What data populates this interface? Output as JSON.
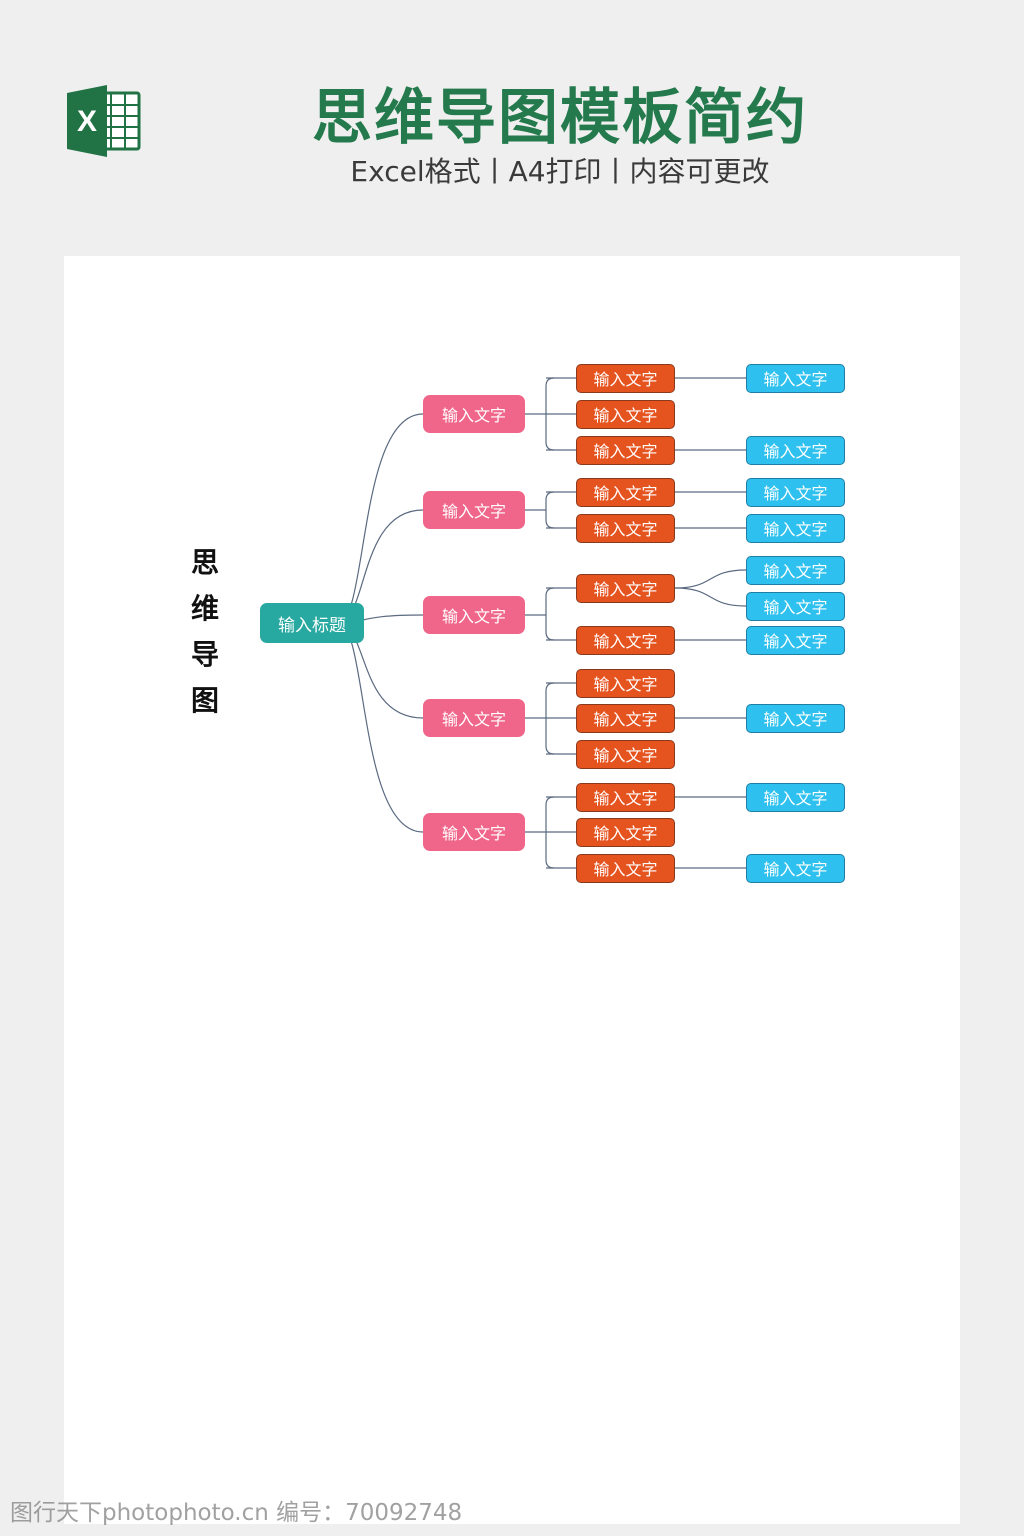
{
  "header": {
    "title": "思维导图模板简约",
    "subtitle": "Excel格式丨A4打印丨内容可更改",
    "logo_letter": "X",
    "brand_color": "#217346"
  },
  "side_title": [
    "思",
    "维",
    "导",
    "图"
  ],
  "mindmap": {
    "root": "输入标题",
    "colors": {
      "root": "#27a8a0",
      "level1": "#f0668a",
      "level2": "#e5531f",
      "level3": "#2ec0ee",
      "lines": "#5b6a80"
    },
    "branches": [
      {
        "label": "输入文字",
        "children": [
          {
            "label": "输入文字",
            "children": [
              "输入文字"
            ]
          },
          {
            "label": "输入文字",
            "children": []
          },
          {
            "label": "输入文字",
            "children": [
              "输入文字"
            ]
          }
        ]
      },
      {
        "label": "输入文字",
        "children": [
          {
            "label": "输入文字",
            "children": [
              "输入文字"
            ]
          },
          {
            "label": "输入文字",
            "children": [
              "输入文字"
            ]
          }
        ]
      },
      {
        "label": "输入文字",
        "children": [
          {
            "label": "输入文字",
            "children": [
              "输入文字",
              "输入文字"
            ]
          },
          {
            "label": "输入文字",
            "children": [
              "输入文字"
            ]
          }
        ]
      },
      {
        "label": "输入文字",
        "children": [
          {
            "label": "输入文字",
            "children": []
          },
          {
            "label": "输入文字",
            "children": [
              "输入文字"
            ]
          },
          {
            "label": "输入文字",
            "children": []
          }
        ]
      },
      {
        "label": "输入文字",
        "children": [
          {
            "label": "输入文字",
            "children": [
              "输入文字"
            ]
          },
          {
            "label": "输入文字",
            "children": []
          },
          {
            "label": "输入文字",
            "children": [
              "输入文字"
            ]
          }
        ]
      }
    ]
  },
  "watermark": "图行天下photophoto.cn  编号：70092748"
}
